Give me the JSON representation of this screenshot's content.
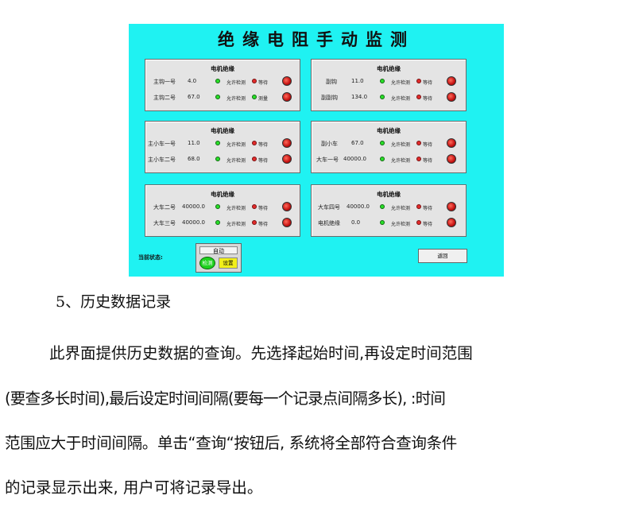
{
  "screen": {
    "title": "绝缘电阻手动监测",
    "panels": [
      {
        "title": "电机绝缘",
        "rows": [
          {
            "name": "主钩一号",
            "value": "4.0",
            "allow": "允许检测",
            "state": "等待"
          },
          {
            "name": "主钩二号",
            "value": "67.0",
            "allow": "允许检测",
            "state": "测量"
          }
        ]
      },
      {
        "title": "电机绝缘",
        "rows": [
          {
            "name": "副钩",
            "value": "11.0",
            "allow": "允许检测",
            "state": "等待"
          },
          {
            "name": "副副钩",
            "value": "134.0",
            "allow": "允许检测",
            "state": "等待"
          }
        ]
      },
      {
        "title": "电机绝缘",
        "rows": [
          {
            "name": "主小车一号",
            "value": "11.0",
            "allow": "允许检测",
            "state": "等待"
          },
          {
            "name": "主小车二号",
            "value": "68.0",
            "allow": "允许检测",
            "state": "等待"
          }
        ]
      },
      {
        "title": "电机绝缘",
        "rows": [
          {
            "name": "副小车",
            "value": "67.0",
            "allow": "允许检测",
            "state": "等待"
          },
          {
            "name": "大车一号",
            "value": "40000.0",
            "allow": "允许检测",
            "state": "等待"
          }
        ]
      },
      {
        "title": "电机绝缘",
        "rows": [
          {
            "name": "大车二号",
            "value": "40000.0",
            "allow": "允许检测",
            "state": "等待"
          },
          {
            "name": "大车三号",
            "value": "40000.0",
            "allow": "允许检测",
            "state": "等待"
          }
        ]
      },
      {
        "title": "电机绝缘",
        "rows": [
          {
            "name": "大车四号",
            "value": "40000.0",
            "allow": "允许检测",
            "state": "等待"
          },
          {
            "name": "电机绝缘",
            "value": "0.0",
            "allow": "允许检测",
            "state": "等待"
          }
        ]
      }
    ],
    "status_label": "当前状态:",
    "mode": "自动",
    "detect_button": "检测",
    "setup_button": "设置",
    "back_button": "返回"
  },
  "doc": {
    "heading": "5、历史数据记录",
    "lines": [
      "此界面提供历史数据的查询。先选择起始时间,再设定时间范围",
      "(要查多长时间),最后设定时间间隔(要每一个记录点间隔多长), :时间",
      "范围应大于时间间隔。单击“查询“按钮后, 系统将全部符合查询条件",
      "的记录显示出来, 用户可将记录导出。"
    ]
  },
  "colors": {
    "screen_bg": "#1ff2f2",
    "lamp_red": "#c41010",
    "dot_green": "#28e028",
    "button_yellow": "#f2ef1a"
  }
}
